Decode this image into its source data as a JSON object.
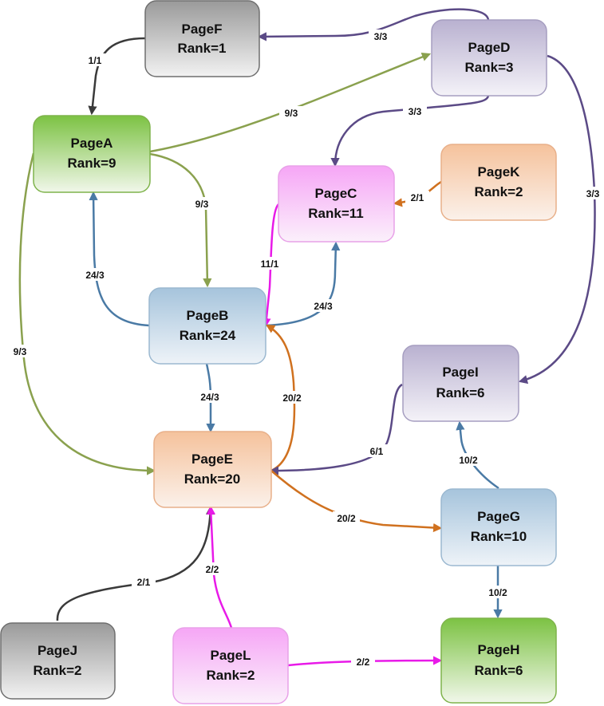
{
  "colors": {
    "gray": "#8f8f8f",
    "green": "#7ec34a",
    "purple": "#b8b0cf",
    "pink": "#f5a9f5",
    "peach": "#f6c49f",
    "blue": "#a7c5dd",
    "edge_dark": "#3a3a3a",
    "edge_olive": "#8aa14e",
    "edge_purple": "#5b4a86",
    "edge_blue": "#4a7aa5",
    "edge_orange": "#d0711f",
    "edge_magenta": "#e81ae8"
  },
  "nodes": {
    "pageF": {
      "name": "PageF",
      "rank": "Rank=1"
    },
    "pageD": {
      "name": "PageD",
      "rank": "Rank=3"
    },
    "pageA": {
      "name": "PageA",
      "rank": "Rank=9"
    },
    "pageK": {
      "name": "PageK",
      "rank": "Rank=2"
    },
    "pageC": {
      "name": "PageC",
      "rank": "Rank=11"
    },
    "pageB": {
      "name": "PageB",
      "rank": "Rank=24"
    },
    "pageI": {
      "name": "PageI",
      "rank": "Rank=6"
    },
    "pageE": {
      "name": "PageE",
      "rank": "Rank=20"
    },
    "pageG": {
      "name": "PageG",
      "rank": "Rank=10"
    },
    "pageJ": {
      "name": "PageJ",
      "rank": "Rank=2"
    },
    "pageL": {
      "name": "PageL",
      "rank": "Rank=2"
    },
    "pageH": {
      "name": "PageH",
      "rank": "Rank=6"
    }
  },
  "edges": {
    "d_f": "3/3",
    "f_a": "1/1",
    "a_d": "9/3",
    "d_c": "3/3",
    "d_i": "3/3",
    "a_b": "9/3",
    "a_e": "9/3",
    "k_c": "2/1",
    "c_b": "11/1",
    "b_c": "24/3",
    "b_a": "24/3",
    "b_e": "24/3",
    "e_b": "20/2",
    "i_e": "6/1",
    "e_g": "20/2",
    "g_i": "10/2",
    "g_h": "10/2",
    "j_e": "2/1",
    "l_e": "2/2",
    "l_h": "2/2"
  }
}
